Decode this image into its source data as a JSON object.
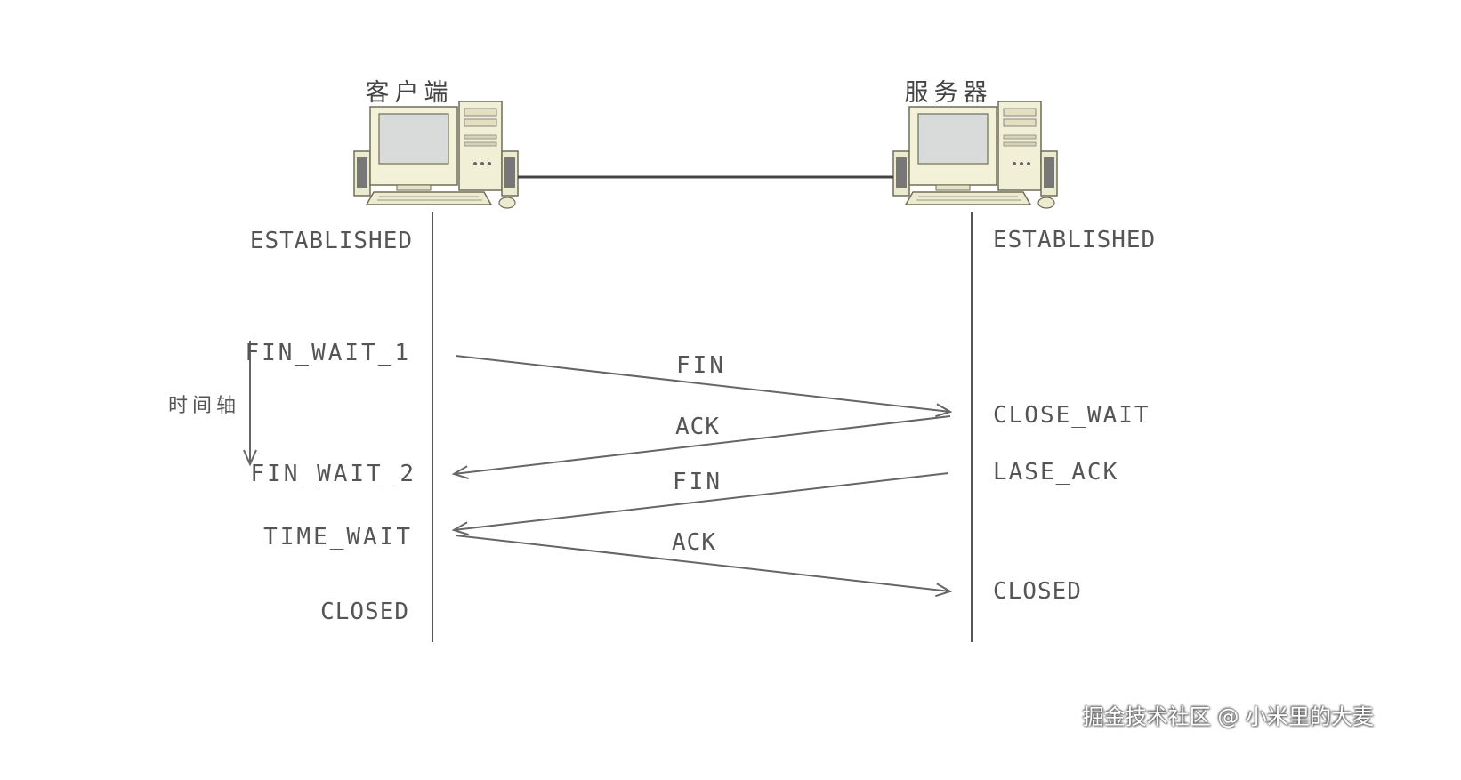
{
  "client": {
    "title": "客户端",
    "states": {
      "established": "ESTABLISHED",
      "fin_wait_1": "FIN_WAIT_1",
      "fin_wait_2": "FIN_WAIT_2",
      "time_wait": "TIME_WAIT",
      "closed": "CLOSED"
    }
  },
  "server": {
    "title": "服务器",
    "states": {
      "established": "ESTABLISHED",
      "close_wait": "CLOSE_WAIT",
      "last_ack": "LASE_ACK",
      "closed": "CLOSED"
    }
  },
  "time_axis_label": "时间轴",
  "messages": [
    {
      "label": "FIN",
      "from": "client",
      "to": "server"
    },
    {
      "label": "ACK",
      "from": "server",
      "to": "client"
    },
    {
      "label": "FIN",
      "from": "server",
      "to": "client"
    },
    {
      "label": "ACK",
      "from": "client",
      "to": "server"
    }
  ],
  "watermark": "掘金技术社区 @ 小米里的大麦",
  "colors": {
    "line": "#555555",
    "text": "#555555",
    "arrow": "#666666"
  }
}
